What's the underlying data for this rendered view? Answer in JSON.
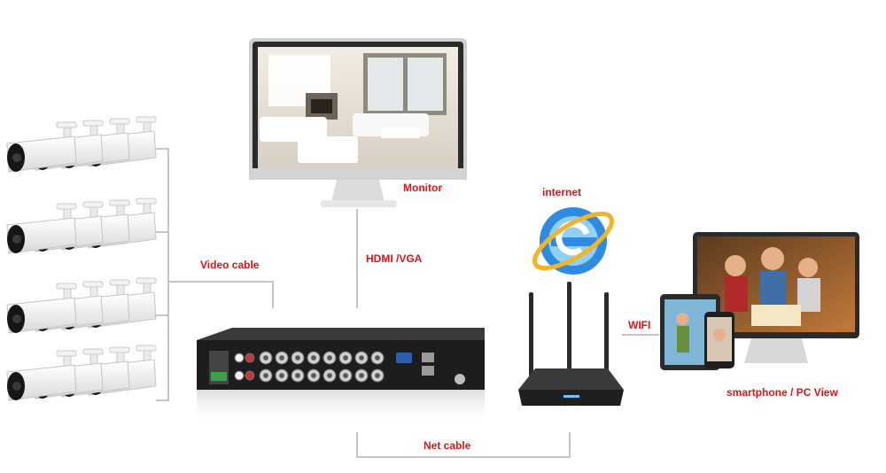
{
  "labels": {
    "monitor": "Monitor",
    "internet": "internet",
    "video_cable": "Video cable",
    "hdmi_vga": "HDMI /VGA",
    "wifi": "WIFI",
    "net_cable": "Net cable",
    "view": "smartphone / PC View"
  },
  "colors": {
    "label": "#d8161b",
    "line": "#b3b3b3",
    "dvr_body": "#202020",
    "router_body": "#2a2a2a",
    "ie_blue": "#2f8be0"
  },
  "icons": {
    "cameras": "bullet-camera-icon",
    "monitor": "monitor-icon",
    "dvr": "dvr-recorder-icon",
    "internet": "internet-explorer-icon",
    "router": "wifi-router-icon",
    "devices": "devices-icon"
  }
}
